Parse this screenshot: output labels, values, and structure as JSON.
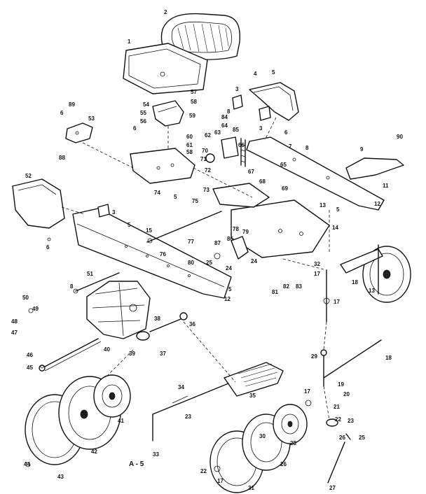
{
  "diagram": {
    "caption": "A - 5",
    "labels": [
      {
        "id": "l1",
        "text": "1"
      },
      {
        "id": "l2",
        "text": "2"
      },
      {
        "id": "l3",
        "text": "3"
      },
      {
        "id": "l3b",
        "text": "3"
      },
      {
        "id": "l3c",
        "text": "3"
      },
      {
        "id": "l4",
        "text": "4"
      },
      {
        "id": "l5",
        "text": "5"
      },
      {
        "id": "l5b",
        "text": "5"
      },
      {
        "id": "l5c",
        "text": "5"
      },
      {
        "id": "l5d",
        "text": "5"
      },
      {
        "id": "l5e",
        "text": "5"
      },
      {
        "id": "l6",
        "text": "6"
      },
      {
        "id": "l6b",
        "text": "6"
      },
      {
        "id": "l6c",
        "text": "6"
      },
      {
        "id": "l6d",
        "text": "6"
      },
      {
        "id": "l7",
        "text": "7"
      },
      {
        "id": "l8",
        "text": "8"
      },
      {
        "id": "l8b",
        "text": "8"
      },
      {
        "id": "l8c",
        "text": "8"
      },
      {
        "id": "l9",
        "text": "9"
      },
      {
        "id": "l11",
        "text": "11"
      },
      {
        "id": "l12",
        "text": "12"
      },
      {
        "id": "l12b",
        "text": "12"
      },
      {
        "id": "l13",
        "text": "13"
      },
      {
        "id": "l13b",
        "text": "13"
      },
      {
        "id": "l14",
        "text": "14"
      },
      {
        "id": "l15",
        "text": "15"
      },
      {
        "id": "l17",
        "text": "17"
      },
      {
        "id": "l17b",
        "text": "17"
      },
      {
        "id": "l17c",
        "text": "17"
      },
      {
        "id": "l17d",
        "text": "17"
      },
      {
        "id": "l18",
        "text": "18"
      },
      {
        "id": "l18b",
        "text": "18"
      },
      {
        "id": "l19",
        "text": "19"
      },
      {
        "id": "l20",
        "text": "20"
      },
      {
        "id": "l21",
        "text": "21"
      },
      {
        "id": "l22",
        "text": "22"
      },
      {
        "id": "l22b",
        "text": "22"
      },
      {
        "id": "l23",
        "text": "23"
      },
      {
        "id": "l23b",
        "text": "23"
      },
      {
        "id": "l24",
        "text": "24"
      },
      {
        "id": "l24b",
        "text": "24"
      },
      {
        "id": "l25",
        "text": "25"
      },
      {
        "id": "l25b",
        "text": "25"
      },
      {
        "id": "l26",
        "text": "26"
      },
      {
        "id": "l26b",
        "text": "26"
      },
      {
        "id": "l27",
        "text": "27"
      },
      {
        "id": "l28",
        "text": "28"
      },
      {
        "id": "l29",
        "text": "29"
      },
      {
        "id": "l30",
        "text": "30"
      },
      {
        "id": "l30b",
        "text": "30"
      },
      {
        "id": "l31",
        "text": "31"
      },
      {
        "id": "l32",
        "text": "32"
      },
      {
        "id": "l33",
        "text": "33"
      },
      {
        "id": "l34",
        "text": "34"
      },
      {
        "id": "l35",
        "text": "35"
      },
      {
        "id": "l36",
        "text": "36"
      },
      {
        "id": "l37",
        "text": "37"
      },
      {
        "id": "l38",
        "text": "38"
      },
      {
        "id": "l39",
        "text": "39"
      },
      {
        "id": "l40",
        "text": "40"
      },
      {
        "id": "l41",
        "text": "41"
      },
      {
        "id": "l42",
        "text": "42"
      },
      {
        "id": "l43",
        "text": "43"
      },
      {
        "id": "l44",
        "text": "44"
      },
      {
        "id": "l45",
        "text": "45"
      },
      {
        "id": "l46",
        "text": "46"
      },
      {
        "id": "l47",
        "text": "47"
      },
      {
        "id": "l48",
        "text": "48"
      },
      {
        "id": "l49",
        "text": "49"
      },
      {
        "id": "l50",
        "text": "50"
      },
      {
        "id": "l51",
        "text": "51"
      },
      {
        "id": "l52",
        "text": "52"
      },
      {
        "id": "l53",
        "text": "53"
      },
      {
        "id": "l54",
        "text": "54"
      },
      {
        "id": "l55",
        "text": "55"
      },
      {
        "id": "l56",
        "text": "56"
      },
      {
        "id": "l57",
        "text": "57"
      },
      {
        "id": "l58",
        "text": "58"
      },
      {
        "id": "l58b",
        "text": "58"
      },
      {
        "id": "l59",
        "text": "59"
      },
      {
        "id": "l60",
        "text": "60"
      },
      {
        "id": "l61",
        "text": "61"
      },
      {
        "id": "l62",
        "text": "62"
      },
      {
        "id": "l63",
        "text": "63"
      },
      {
        "id": "l64",
        "text": "64"
      },
      {
        "id": "l65",
        "text": "65"
      },
      {
        "id": "l66",
        "text": "66"
      },
      {
        "id": "l67",
        "text": "67"
      },
      {
        "id": "l68",
        "text": "68"
      },
      {
        "id": "l69",
        "text": "69"
      },
      {
        "id": "l70",
        "text": "70"
      },
      {
        "id": "l71",
        "text": "71"
      },
      {
        "id": "l72",
        "text": "72"
      },
      {
        "id": "l73",
        "text": "73"
      },
      {
        "id": "l74",
        "text": "74"
      },
      {
        "id": "l75",
        "text": "75"
      },
      {
        "id": "l76",
        "text": "76"
      },
      {
        "id": "l77",
        "text": "77"
      },
      {
        "id": "l78",
        "text": "78"
      },
      {
        "id": "l79",
        "text": "79"
      },
      {
        "id": "l80",
        "text": "80"
      },
      {
        "id": "l81",
        "text": "81"
      },
      {
        "id": "l82",
        "text": "82"
      },
      {
        "id": "l83",
        "text": "83"
      },
      {
        "id": "l84",
        "text": "84"
      },
      {
        "id": "l85",
        "text": "85"
      },
      {
        "id": "l86",
        "text": "86"
      },
      {
        "id": "l87",
        "text": "87"
      },
      {
        "id": "l88",
        "text": "88"
      },
      {
        "id": "l89",
        "text": "89"
      },
      {
        "id": "l90",
        "text": "90"
      }
    ]
  }
}
